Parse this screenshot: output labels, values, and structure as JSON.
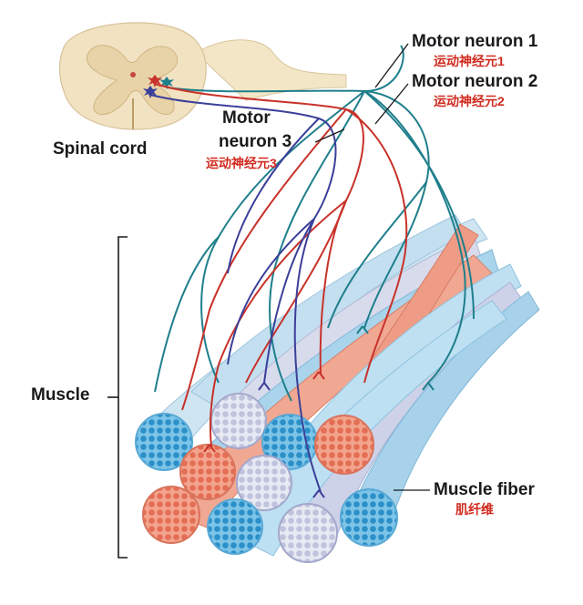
{
  "labels": {
    "motor_neuron_1": "Motor neuron 1",
    "motor_neuron_1_zh": "运动神经元1",
    "motor_neuron_2": "Motor neuron 2",
    "motor_neuron_2_zh": "运动神经元2",
    "motor_neuron_3_line1": "Motor",
    "motor_neuron_3_line2": "neuron 3",
    "motor_neuron_3_zh": "运动神经元3",
    "spinal_cord": "Spinal cord",
    "muscle": "Muscle",
    "muscle_fiber": "Muscle fiber",
    "muscle_fiber_zh": "肌纤维"
  },
  "colors": {
    "neuron_1": "#1f7f8c",
    "neuron_2": "#c8322a",
    "neuron_3": "#3b3f99",
    "fiber_blue": "#9fd0ea",
    "fiber_red": "#e8826b",
    "fiber_grey": "#c9cde3",
    "spinal_cord": "#f0e1c2",
    "label_zh": "#d12a1e"
  },
  "icons": [
    "neuron-cell-body-icon"
  ]
}
